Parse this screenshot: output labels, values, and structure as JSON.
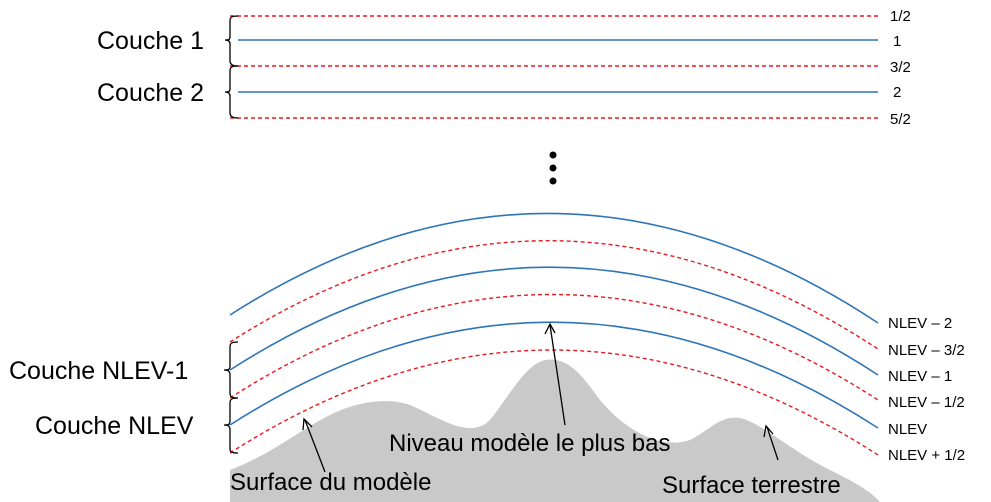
{
  "colors": {
    "full_level": "#2e75b6",
    "half_level": "#e8191f",
    "terrain": "#c9c9c9"
  },
  "top_layers": {
    "layer1_label": "Couche 1",
    "layer2_label": "Couche 2",
    "levels": [
      "1/2",
      "1",
      "3/2",
      "2",
      "5/2"
    ]
  },
  "bottom_layers": {
    "layer_nlev_minus_1_label": "Couche NLEV-1",
    "layer_nlev_label": "Couche NLEV",
    "levels": [
      "NLEV – 2",
      "NLEV – 3/2",
      "NLEV – 1",
      "NLEV – 1/2",
      "NLEV",
      "NLEV + 1/2"
    ]
  },
  "annotations": {
    "lowest_level": "Niveau modèle le plus bas",
    "model_surface": "Surface du modèle",
    "earth_surface": "Surface terrestre"
  }
}
